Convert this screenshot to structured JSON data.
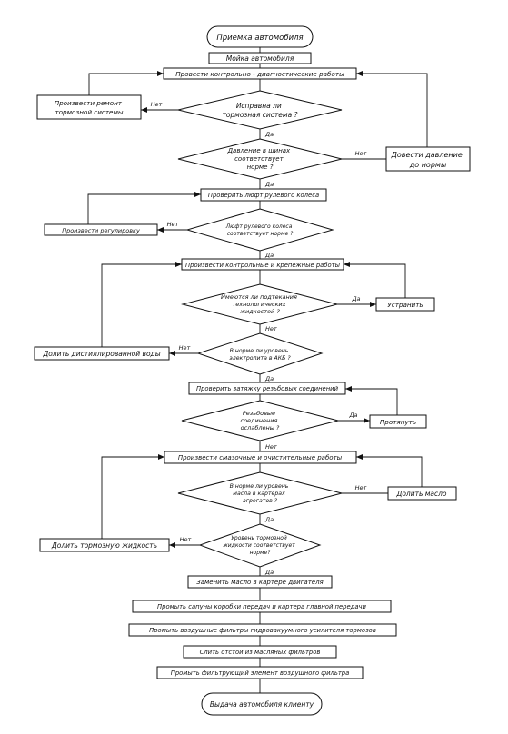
{
  "flowchart": {
    "nodes": {
      "start": "Приемка автомобиля",
      "wash": "Мойка автомобиля",
      "diag": "Провести контрольно - диагностические работы",
      "repair_brakes": [
        "Произвести ремонт",
        "тормозной системы"
      ],
      "q_brakes": [
        "Исправна ли",
        "тормозная система ?"
      ],
      "q_tire": [
        "Давление в шинах",
        "соответствует",
        "норме ?"
      ],
      "bring_pressure": [
        "Довести давление",
        "до нормы"
      ],
      "check_wheel": "Проверить люфт рулевого колеса",
      "adjust": "Произвести регулировку",
      "q_wheel": [
        "Люфт рулевого колеса",
        "соответствует норме ?"
      ],
      "fasten": "Произвести контрольные и крепежные работы",
      "q_leak": [
        "Имеются ли подтекания",
        "технологических",
        "жидкостей ?"
      ],
      "eliminate": "Устранить",
      "add_water": "Долить дистиллированной воды",
      "q_battery": [
        "В норме ли уровень",
        "электролита в АКБ ?"
      ],
      "check_threads": "Проверить затяжку резьбовых соединений",
      "q_threads": [
        "Резьбовые",
        "соединения",
        "ослаблены ?"
      ],
      "tighten": "Протянуть",
      "lubricate": "Произвести смазочные и очистительные работы",
      "q_oil": [
        "В норме ли уровень",
        "масла в картерах",
        "агрегатов ?"
      ],
      "add_oil": "Долить масло",
      "add_brake_fluid": "Долить тормозную жидкость",
      "q_brake_fluid": [
        "Уровень тормозной",
        "жидкости соответствует",
        "норме?"
      ],
      "change_oil": "Заменить масло в картере двигателя",
      "flush": "Промыть сапуны коробки передач и картера главной передачи",
      "clean_filters": "Промыть воздушные фильтры гидровакуумного усилителя тормозов",
      "drain": "Слить отстой из масляных фильтров",
      "air_filter": "Промыть фильтрующий элемент воздушного фильтра",
      "finish": "Выдача автомобиля клиенту"
    },
    "labels": {
      "yes": "Да",
      "no": "Нет"
    }
  }
}
